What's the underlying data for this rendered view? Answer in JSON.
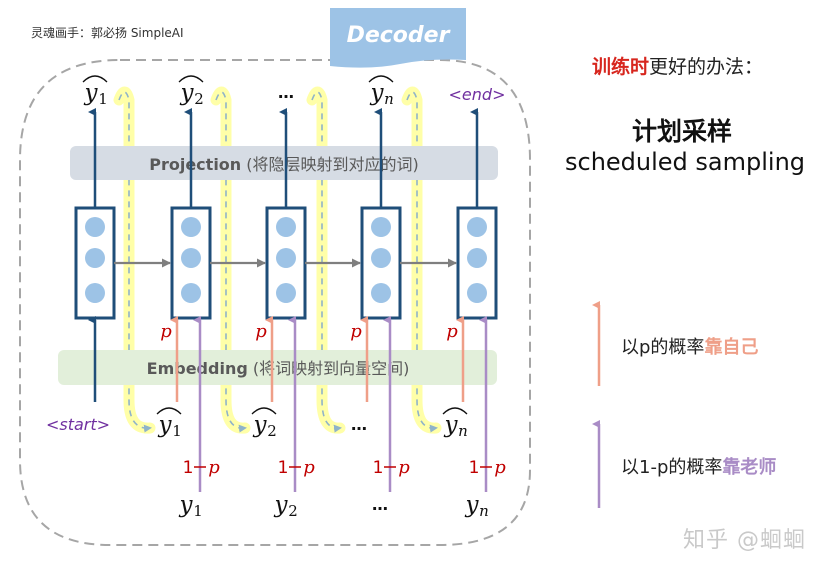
{
  "credit": "灵魂画手：郭必扬 SimpleAI",
  "decoder_tab": {
    "label": "Decoder",
    "color": "#9dc3e6"
  },
  "projection": {
    "label_bold": "Projection",
    "label_rest": " (将隐层映射到对应的词)",
    "color": "#d6dce4"
  },
  "embedding": {
    "label_bold": "Embedding",
    "label_rest": " (将词映射到向量空间)",
    "color": "#e2efda"
  },
  "outputs": [
    {
      "base": "y",
      "sub": "1",
      "hat": true
    },
    {
      "base": "y",
      "sub": "2",
      "hat": true
    },
    {
      "base": "…",
      "sub": "",
      "hat": false
    },
    {
      "base": "y",
      "sub": "n",
      "hat": true
    },
    {
      "base": "<end>",
      "sub": "",
      "hat": false,
      "special": true
    }
  ],
  "start_token": "<start>",
  "fed_predictions": [
    {
      "base": "y",
      "sub": "1",
      "hat": true
    },
    {
      "base": "y",
      "sub": "2",
      "hat": true
    },
    {
      "base": "…",
      "sub": "",
      "hat": false
    },
    {
      "base": "y",
      "sub": "n",
      "hat": true
    }
  ],
  "ground_truth": [
    {
      "base": "y",
      "sub": "1"
    },
    {
      "base": "y",
      "sub": "2"
    },
    {
      "base": "…",
      "sub": ""
    },
    {
      "base": "y",
      "sub": "n"
    }
  ],
  "prob_self": "p",
  "prob_teacher_left": "1",
  "prob_teacher_right": "p",
  "method": {
    "title_highlight": "训练时",
    "title_rest": "更好的办法：",
    "name_cn": "计划采样",
    "name_en": "scheduled sampling"
  },
  "legend": {
    "self": {
      "prefix": "以p的概率",
      "highlight": "靠自己",
      "color": "#ef9f88"
    },
    "teacher": {
      "prefix": "以1-p的概率",
      "highlight": "靠老师",
      "color": "#a98cc6"
    }
  },
  "watermark": "知乎 @蛔蛔",
  "colors": {
    "cell_border": "#1f4e79",
    "cell_dot": "#9dc3e6",
    "hidden_arrow": "#7f7f7f",
    "self_arrow": "#ef9f88",
    "teacher_arrow": "#a98cc6",
    "prob_text": "#c00000",
    "token_purple": "#7030a0",
    "loop_highlight": "#ffff99",
    "loop_dash": "#8fb3c9",
    "frame_dash": "#a6a6a6"
  }
}
